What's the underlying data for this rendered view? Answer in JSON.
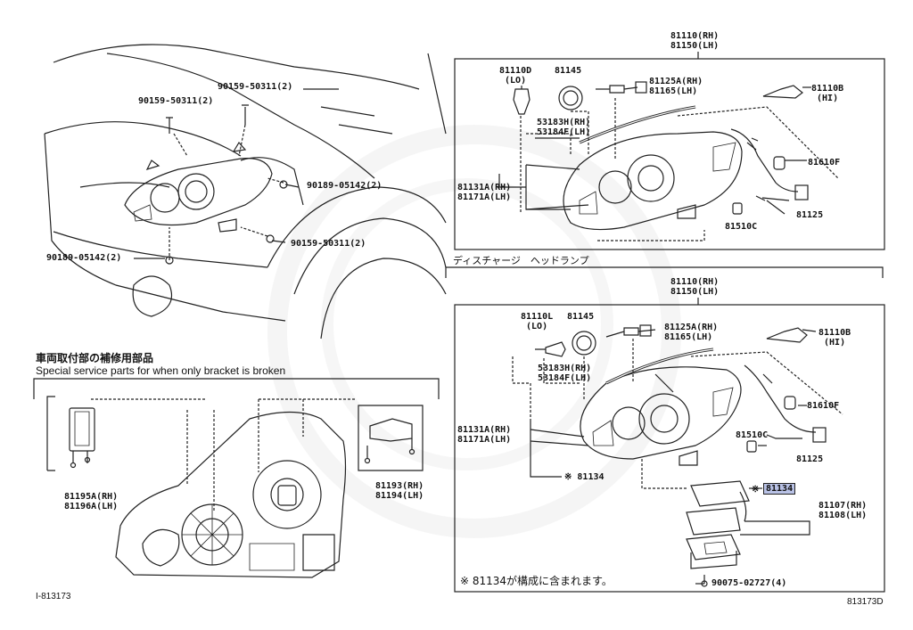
{
  "car_view": {
    "labels": {
      "bolt_a1": "90159-50311(2)",
      "bolt_a2": "90159-50311(2)",
      "bolt_b": "90189-05142(2)",
      "bolt_c": "90159-50311(2)",
      "bolt_d": "90189-05142(2)"
    }
  },
  "bracket_section": {
    "title_jp": "車両取付部の補修用部品",
    "title_en": "Special service parts for when only bracket is broken",
    "left_part": "81195A(RH)\n81196A(LH)",
    "right_part": "81193(RH)\n81194(LH)"
  },
  "halogen_panel": {
    "assembly": "81110(RH)\n81150(LH)",
    "bulb_lo": "81110D\n(LO)",
    "cap": "81145",
    "socket": "81125A(RH)\n81165(LH)",
    "bulb_hi": "81110B\n(HI)",
    "cover": "53183H(RH)\n53184F(LH)",
    "side_bulb": "81610F",
    "lens": "81131A(RH)\n81171A(LH)",
    "small_bulb": "81510C",
    "side_socket": "81125"
  },
  "discharge_heading": "ディスチャージ　ヘッドランプ",
  "discharge_panel": {
    "assembly": "81110(RH)\n81150(LH)",
    "bulb_lo": "81110L\n(LO)",
    "cap": "81145",
    "socket": "81125A(RH)\n81165(LH)",
    "bulb_hi": "81110B\n(HI)",
    "cover": "53183H(RH)\n53184F(LH)",
    "side_bulb": "81610F",
    "lens": "81131A(RH)\n81171A(LH)",
    "small_bulb": "81510C",
    "side_socket": "81125",
    "ref_left": "※ 81134",
    "ref_mark": "※",
    "ref_right": "81134",
    "ballast": "81107(RH)\n81108(LH)",
    "screw": "90075-02727(4)",
    "footnote": "※ 81134が構成に含まれます。"
  },
  "footer": {
    "left_code": "I-813173",
    "right_code": "813173D"
  }
}
